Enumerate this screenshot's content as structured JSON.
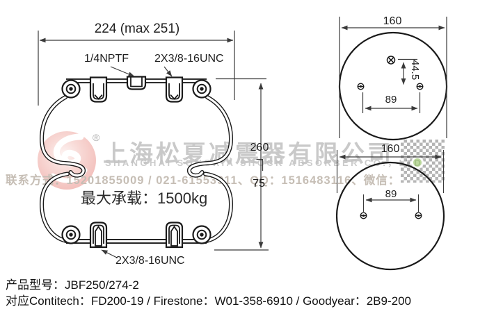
{
  "product": {
    "model_line": "产品型号：JBF250/274-2",
    "cross_reference_line": "对应Contitech：FD200-19 /  Firestone：W01-358-6910 / Goodyear：2B9-200"
  },
  "front_view": {
    "width_dim": "224 (max 251)",
    "port_thread_label": "1/4NPTF",
    "top_bolts_label": "2X3/8-16UNC",
    "bottom_bolts_label": "2X3/8-16UNC",
    "height_dim": "260",
    "secondary_height_dim": "75",
    "max_load_label": "最大承载：1500kg"
  },
  "top_view_upper": {
    "diameter_dim": "160",
    "port_offset_dim": "44.5",
    "bolt_spacing_dim": "89"
  },
  "top_view_lower": {
    "diameter_dim": "160",
    "bolt_spacing_dim": "89"
  },
  "watermark": {
    "registered_symbol": "®",
    "company_cn": "上海松夏减震器有限公司",
    "company_en": "SHANGHAI SONGXIA SHOCK ABSORBER CO.，LTD",
    "contact_line": "联系方式：15201855009 / 021-61553911、QQ：1516483116、微信："
  },
  "colors": {
    "drawing_line": "#1a1a1a",
    "dimension_line": "#3a3a3a",
    "watermark_gray": "#bcbcbc",
    "contact_gray": "#c6beb5",
    "logo_pink": "#e77d75",
    "qr_green": "#7db742"
  }
}
